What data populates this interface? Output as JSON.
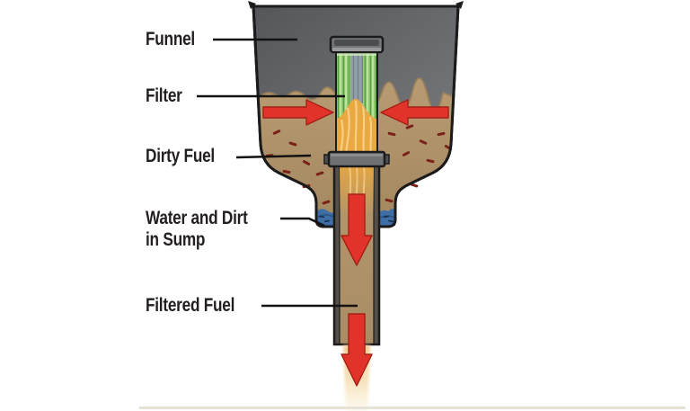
{
  "labels": {
    "funnel": "Funnel",
    "filter": "Filter",
    "dirty_fuel": "Dirty Fuel",
    "water_sump_line1": "Water and Dirt",
    "water_sump_line2": "in Sump",
    "filtered_fuel": "Filtered Fuel"
  },
  "colors": {
    "funnel_gray": "#66686c",
    "outline_black": "#1b1b1b",
    "dirty_fuel_tan": "#b3976e",
    "filter_green": "#9ed282",
    "filter_core_gray": "#93a0a8",
    "flow_orange": "#e9a840",
    "flow_orange_light": "#f7d189",
    "arrow_red": "#e1332a",
    "water_blue": "#3e6ea5",
    "speck_brown": "#7a2219",
    "spout_tan": "#b0936c",
    "stream_light": "#f2cb92",
    "label_black": "#231f20"
  }
}
